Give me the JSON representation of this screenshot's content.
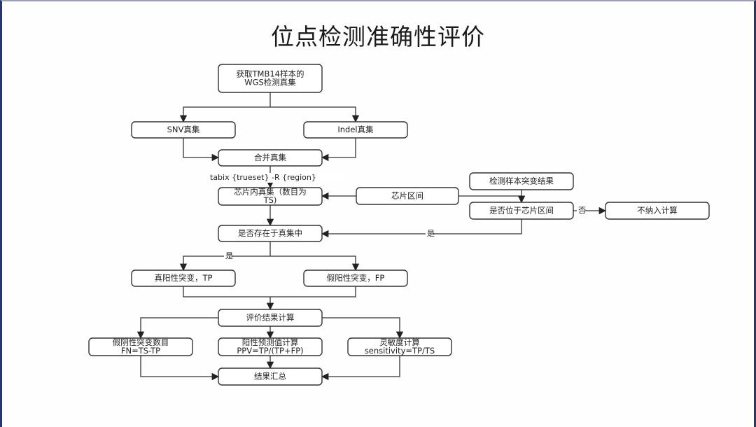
{
  "title": "位点检测准确性评价",
  "nodes": {
    "get_trueset": {
      "lines": [
        "获取TMB14样本的",
        "WGS检测真集"
      ]
    },
    "snv_trueset": {
      "lines": [
        "SNV真集"
      ]
    },
    "indel_trueset": {
      "lines": [
        "Indel真集"
      ]
    },
    "merge_trueset": {
      "lines": [
        "合并真集"
      ]
    },
    "chip_trueset": {
      "lines": [
        "芯片内真集（数目为",
        "TS)"
      ]
    },
    "chip_region": {
      "lines": [
        "芯片区间"
      ]
    },
    "sample_results": {
      "lines": [
        "检测样本突变结果"
      ]
    },
    "in_chip_region": {
      "lines": [
        "是否位于芯片区间"
      ]
    },
    "exclude": {
      "lines": [
        "不纳入计算"
      ]
    },
    "in_trueset": {
      "lines": [
        "是否存在于真集中"
      ]
    },
    "true_positive": {
      "lines": [
        "真阳性突变，TP"
      ]
    },
    "false_positive": {
      "lines": [
        "假阳性突变，FP"
      ]
    },
    "eval_calc": {
      "lines": [
        "评价结果计算"
      ]
    },
    "false_negative": {
      "lines": [
        "假阴性突变数目",
        "FN=TS-TP"
      ]
    },
    "ppv": {
      "lines": [
        "阳性预测值计算",
        "PPV=TP/(TP+FP)"
      ]
    },
    "sensitivity": {
      "lines": [
        "灵敏度计算",
        "sensitivity=TP/TS"
      ]
    },
    "summary": {
      "lines": [
        "结果汇总"
      ]
    }
  },
  "edge_labels": {
    "tabix_cmd": "tabix {trueset} -R {region}",
    "no": "否",
    "yes_to_trueset": "是",
    "yes_branch": "是"
  },
  "colors": {
    "line": "#333333",
    "frame_side": "#2b3470"
  }
}
